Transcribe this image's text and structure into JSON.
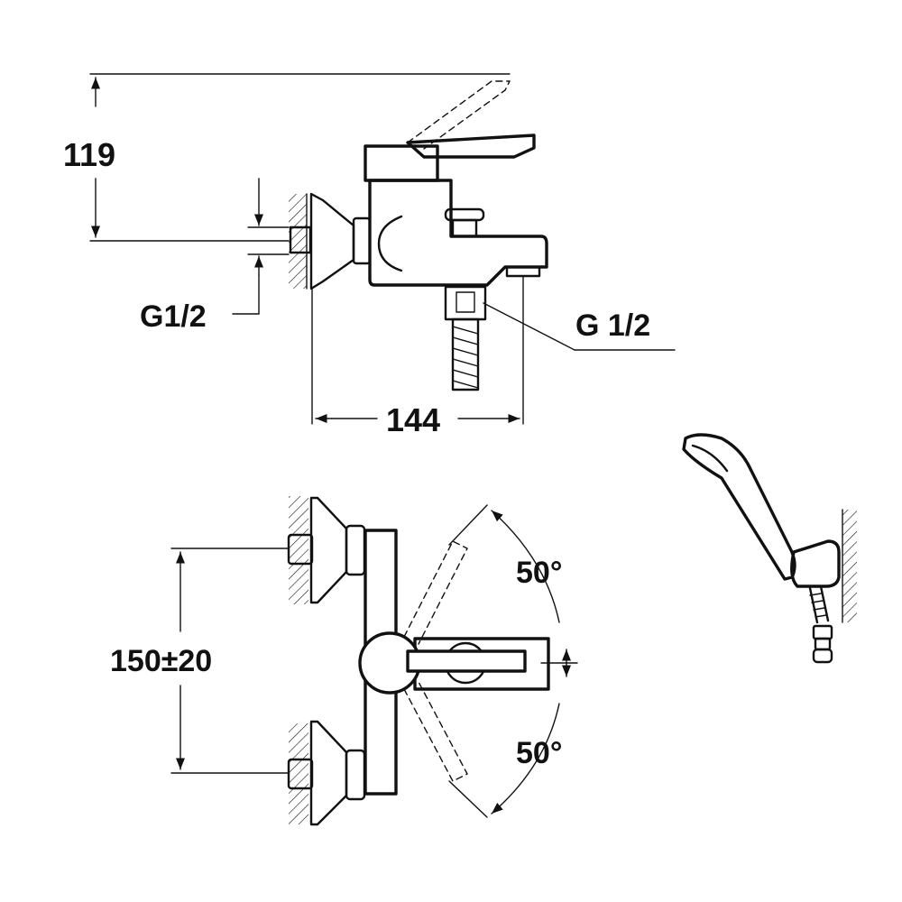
{
  "dimensions": {
    "height": "119",
    "width": "144",
    "spacing": "150±20",
    "inlet_thread": "G1/2",
    "outlet_thread": "G 1/2",
    "angle_top": "50°",
    "angle_bottom": "50°"
  },
  "colors": {
    "line": "#111111",
    "background": "#ffffff"
  }
}
